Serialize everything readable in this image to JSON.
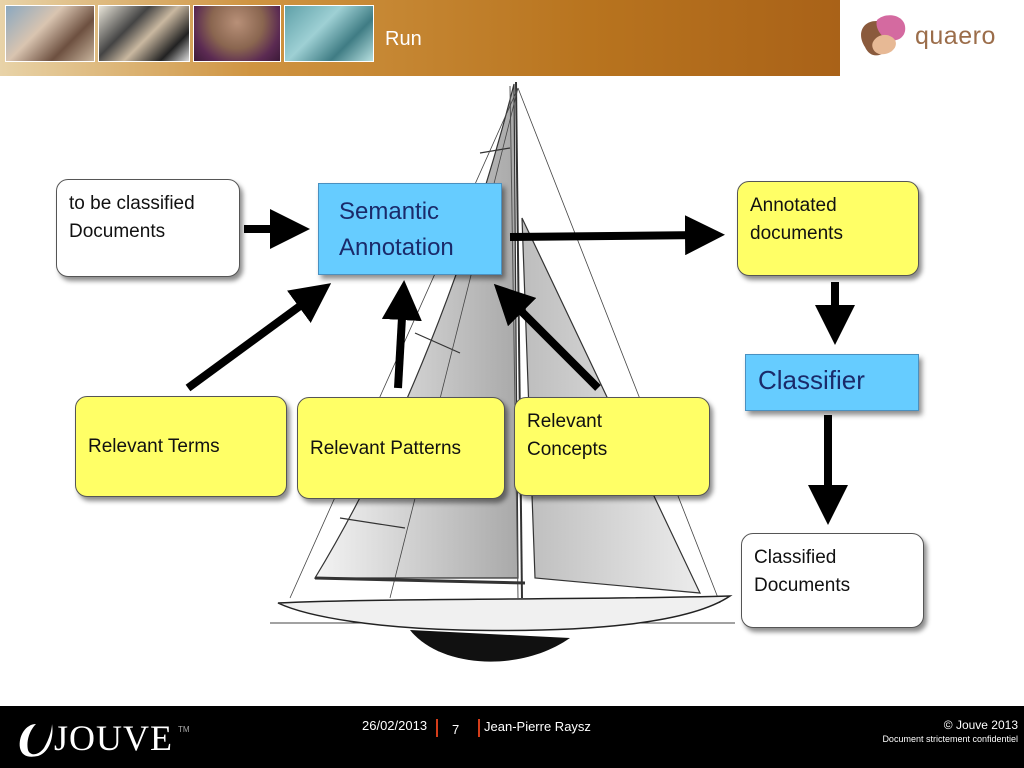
{
  "header": {
    "title": "Run",
    "logo": "quaero",
    "thumbnail_icons": [
      "photo-woman-icon",
      "photo-people-icon",
      "photo-eye-icon",
      "photo-office-icon"
    ]
  },
  "diagram": {
    "input_box": "to be classified Documents",
    "semantic_box": "Semantic Annotation",
    "annotated_box": "Annotated documents",
    "classifier_box": "Classifier",
    "classified_box": "Classified Documents",
    "terms_box": "Relevant Terms",
    "patterns_box": "Relevant Patterns",
    "concepts_box": "Relevant Concepts",
    "background_icon": "sailboat-icon"
  },
  "footer": {
    "brand": "JOUVE",
    "brand_tm": "TM",
    "date": "26/02/2013",
    "page": "7",
    "author": "Jean-Pierre Raysz",
    "copyright": "© Jouve 2013",
    "confidential": "Document strictement confidentiel"
  },
  "colors": {
    "yellow_box": "#ffff66",
    "blue_box": "#66ccff",
    "header_brown": "#b8741f",
    "footer_black": "#000000",
    "separator_red": "#d43d1a"
  }
}
